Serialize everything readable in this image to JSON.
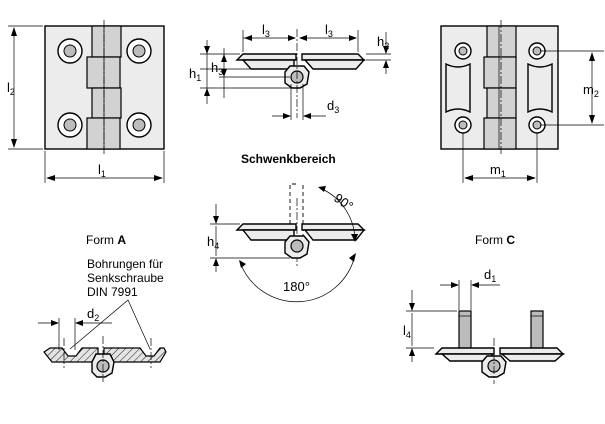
{
  "dimensions": {
    "l": "l",
    "h": "h",
    "d": "d",
    "m": "m",
    "sub_1": "1",
    "sub_2": "2",
    "sub_3": "3",
    "sub_4": "4"
  },
  "section_title": "Schwenkbereich",
  "angles": {
    "upper": "90°",
    "lower": "180°"
  },
  "form_a": {
    "prefix": "Form ",
    "letter": "A"
  },
  "form_c": {
    "prefix": "Form ",
    "letter": "C"
  },
  "note_lines": [
    "Bohrungen für",
    "Senkschraube",
    "DIN 7991"
  ]
}
